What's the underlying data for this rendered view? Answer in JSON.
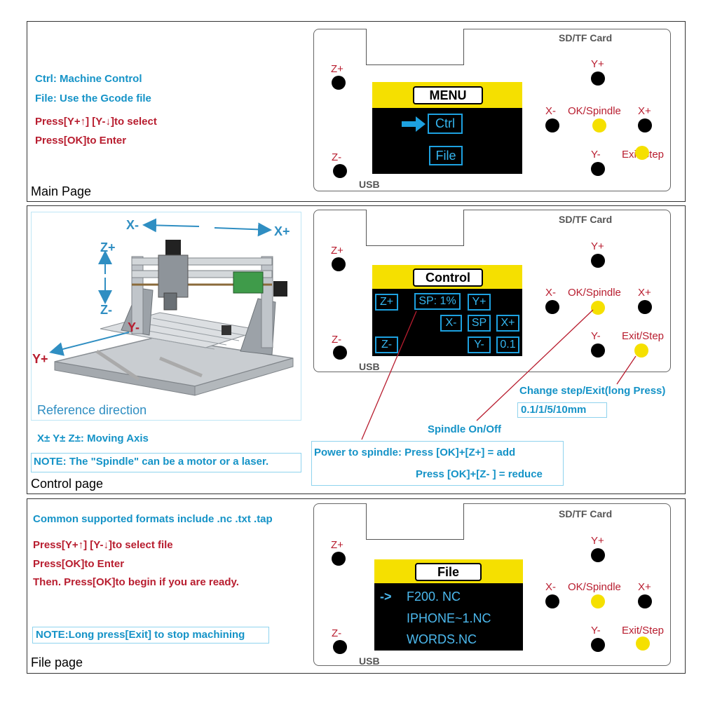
{
  "board": {
    "sd_label": "SD/TF Card",
    "usb_label": "USB",
    "z_plus": "Z+",
    "z_minus": "Z-",
    "y_plus": "Y+",
    "y_minus": "Y-",
    "x_minus": "X-",
    "x_plus": "X+",
    "ok_spindle": "OK/Spindle",
    "exit_step": "Exit/Step"
  },
  "main_page": {
    "lines": [
      "Ctrl: Machine Control",
      "File: Use the Gcode file",
      "Press[Y+↑] [Y-↓]to select",
      "Press[OK]to Enter"
    ],
    "page_label": "Main Page",
    "screen_title": "MENU",
    "item_ctrl": "Ctrl",
    "item_file": "File"
  },
  "control_page": {
    "axes": {
      "x_minus": "X-",
      "x_plus": "X+",
      "z_plus": "Z+",
      "z_minus": "Z-",
      "y_plus": "Y+",
      "y_minus": "Y-"
    },
    "reference_label": "Reference direction",
    "moving_axis": "X± Y± Z±: Moving Axis",
    "note": "NOTE: The \"Spindle\" can be a motor or a laser.",
    "page_label": "Control page",
    "screen_title": "Control",
    "buttons": {
      "zp": "Z+",
      "sp": "SP: 1%",
      "yp": "Y+",
      "xm": "X-",
      "spb": "SP",
      "xp": "X+",
      "zm": "Z-",
      "ym": "Y-",
      "step": "0.1"
    },
    "change_step": "Change step/Exit(long Press)",
    "step_values": "0.1/1/5/10mm",
    "spindle_onoff": "Spindle On/Off",
    "power_add": "Power to spindle: Press [OK]+[Z+] = add",
    "power_reduce": "Press [OK]+[Z- ] = reduce"
  },
  "file_page": {
    "formats": "Common supported formats include .nc .txt .tap",
    "lines": [
      "Press[Y+↑] [Y-↓]to select  file",
      "Press[OK]to Enter",
      "Then. Press[OK]to begin if you are ready."
    ],
    "note": "NOTE:Long press[Exit] to stop machining",
    "page_label": "File page",
    "screen_title": "File",
    "files": [
      "F200. NC",
      "IPHONE~1.NC",
      "WORDS.NC"
    ],
    "arrow": "->"
  },
  "colors": {
    "cyan_text": "#1593c7",
    "red_text": "#b81d2f",
    "yellow": "#f5e000",
    "screen_blue": "#35b6f0"
  }
}
